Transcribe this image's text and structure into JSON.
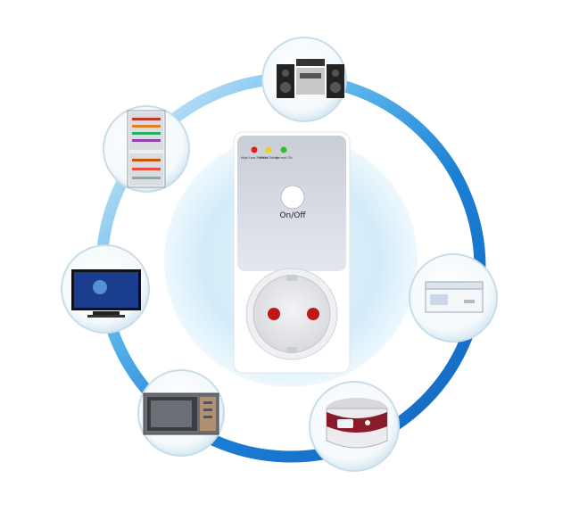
{
  "device": {
    "indicators": [
      {
        "label": "High Low Protect",
        "color": "#e02020"
      },
      {
        "label": "5 Min Delay",
        "color": "#f0d020"
      },
      {
        "label": "Normal Ok",
        "color": "#30c030"
      }
    ],
    "button_label": "On/Off"
  },
  "appliances": [
    {
      "name": "audio speakers",
      "icon": "speaker-system-icon"
    },
    {
      "name": "refrigerator",
      "icon": "refrigerator-icon"
    },
    {
      "name": "television",
      "icon": "television-icon"
    },
    {
      "name": "freezer",
      "icon": "chest-freezer-icon"
    },
    {
      "name": "microwave oven",
      "icon": "microwave-icon"
    },
    {
      "name": "rice cooker",
      "icon": "rice-cooker-icon"
    }
  ],
  "colors": {
    "ring": "#1a88d8",
    "ring_light": "#bfe3f7",
    "socket_pin": "#c01818"
  }
}
